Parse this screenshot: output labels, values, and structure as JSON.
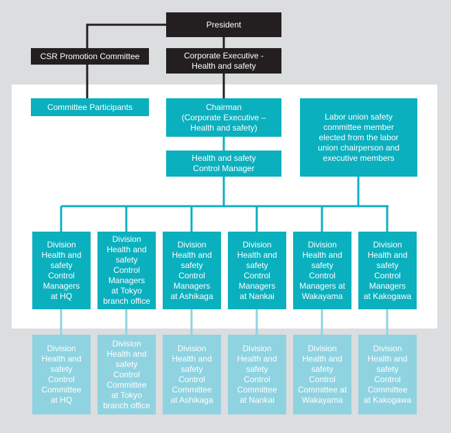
{
  "org_chart": {
    "president": "President",
    "csr_committee": "CSR Promotion Committee",
    "corporate_executive": "Corporate Executive -\nHealth and safety",
    "committee_participants": "Committee Participants",
    "chairman": "Chairman\n(Corporate Executive –\nHealth and safety)",
    "control_manager": "Health and safety\nControl Manager",
    "labor_union": "Labor union safety\ncommittee member\nelected from the labor\nunion chairperson and\nexecutive members",
    "division_managers": [
      "Division\nHealth and\nsafety\nControl\nManagers\nat HQ",
      "Division\nHealth and\nsafety\nControl\nManagers\nat Tokyo\nbranch office",
      "Division\nHealth and\nsafety\nControl\nManagers\nat Ashikaga",
      "Division\nHealth and\nsafety\nControl\nManagers\nat Nankai",
      "Division\nHealth and\nsafety\nControl\nManagers at\nWakayama",
      "Division\nHealth and\nsafety\nControl\nManagers\nat Kakogawa"
    ],
    "division_committees": [
      "Division\nHealth and\nsafety\nControl\nCommittee\nat HQ",
      "Division\nHealth and\nsafety\nControl\nCommittee\nat Tokyo\nbranch office",
      "Division\nHealth and\nsafety\nControl\nCommittee\nat Ashikaga",
      "Division\nHealth and\nsafety\nControl\nCommittee\nat Nankai",
      "Division\nHealth and\nsafety\nControl\nCommittee at\nWakayama",
      "Division\nHealth and\nsafety\nControl\nCommittee\nat Kakogawa"
    ]
  },
  "colors": {
    "executive": "#231f20",
    "node": "#0bb0bf",
    "committee": "#8fd3e1",
    "panel": "#ffffff",
    "background": "#dcdddf"
  }
}
